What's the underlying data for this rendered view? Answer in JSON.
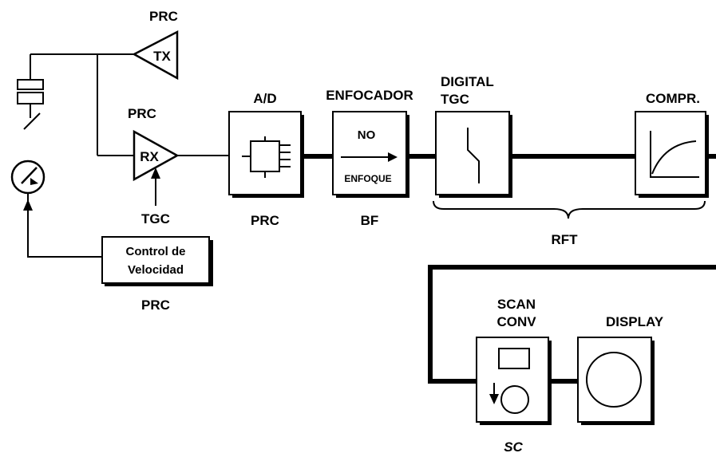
{
  "labels": {
    "prc_tx": "PRC",
    "tx": "TX",
    "prc_rx": "PRC",
    "rx": "RX",
    "tgc": "TGC",
    "ad": "A/D",
    "ad_prc": "PRC",
    "enfocador": "ENFOCADOR",
    "no": "NO",
    "enfoque": "ENFOQUE",
    "bf": "BF",
    "digital": "DIGITAL",
    "tgc_digital": "TGC",
    "compr": "COMPR.",
    "rft": "RFT",
    "control_line1": "Control de",
    "control_line2": "Velocidad",
    "control_prc": "PRC",
    "scan": "SCAN",
    "conv": "CONV",
    "display": "DISPLAY",
    "sc": "SC"
  }
}
